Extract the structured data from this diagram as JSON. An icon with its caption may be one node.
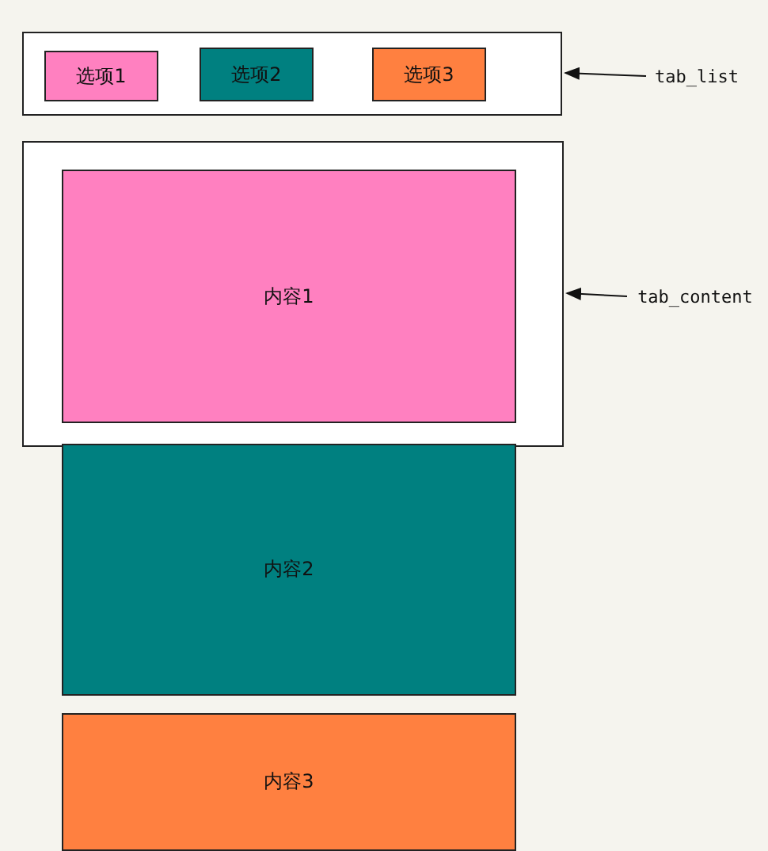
{
  "diagram": {
    "nodes": [
      {
        "text": [],
        "shape": "box"
      },
      {
        "text": [
          "选项1"
        ],
        "in": 0
      },
      {
        "text": [
          "选项2"
        ],
        "in": 0
      },
      {
        "text": [
          "选项3"
        ],
        "in": 0
      },
      {
        "text": [],
        "shape": "box"
      },
      {
        "text": [
          "内容1"
        ],
        "in": 4
      },
      {
        "text": [
          "内容2"
        ]
      },
      {
        "text": [
          "内容3"
        ]
      },
      {
        "text": [
          "tab_list"
        ]
      },
      {
        "text": [
          "tab_content"
        ]
      }
    ],
    "edges": [
      {
        "from": 8,
        "to": 0,
        "arrow": "to"
      },
      {
        "from": 9,
        "to": 4,
        "arrow": "to"
      }
    ]
  }
}
